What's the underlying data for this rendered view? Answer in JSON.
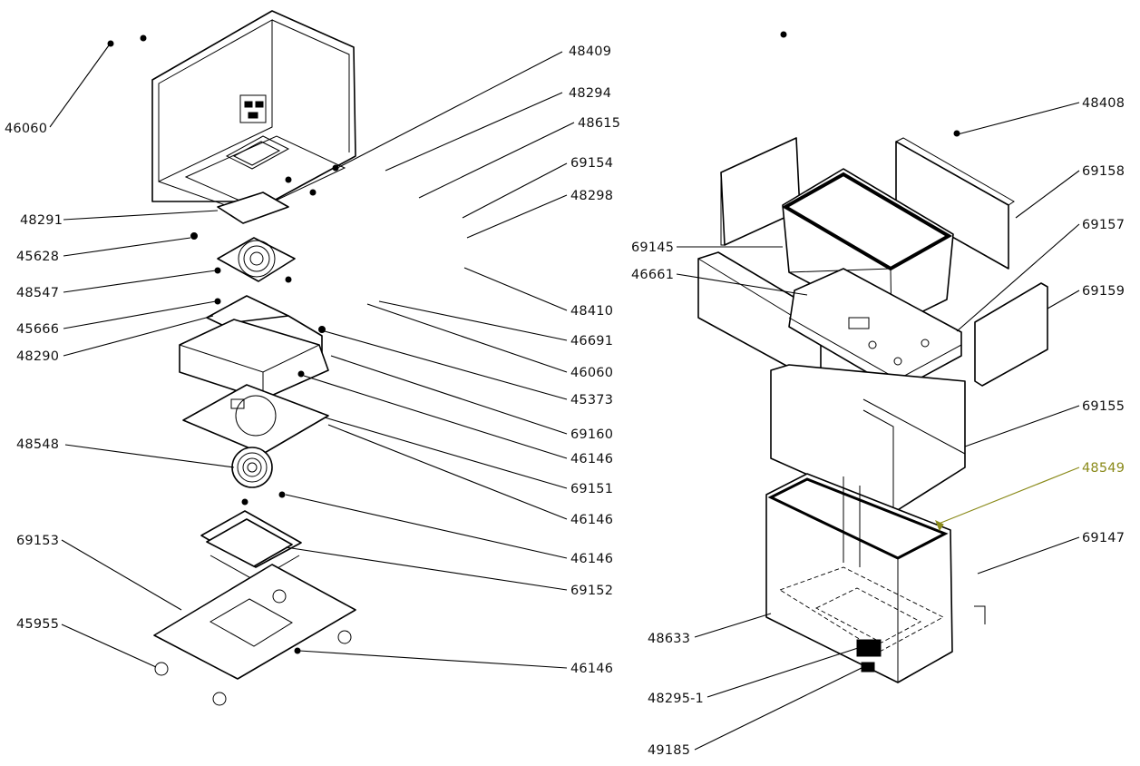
{
  "highlight_color": "#8a8a1a",
  "line_color": "#000000",
  "callouts": [
    {
      "id": "l-46060-a",
      "text": "46060"
    },
    {
      "id": "l-48409",
      "text": "48409"
    },
    {
      "id": "l-48294",
      "text": "48294"
    },
    {
      "id": "l-48615",
      "text": "48615"
    },
    {
      "id": "l-69154",
      "text": "69154"
    },
    {
      "id": "l-48298",
      "text": "48298"
    },
    {
      "id": "l-48291",
      "text": "48291"
    },
    {
      "id": "l-45628",
      "text": "45628"
    },
    {
      "id": "l-48547",
      "text": "48547"
    },
    {
      "id": "l-45666",
      "text": "45666"
    },
    {
      "id": "l-48290",
      "text": "48290"
    },
    {
      "id": "l-48410",
      "text": "48410"
    },
    {
      "id": "l-46691",
      "text": "46691"
    },
    {
      "id": "l-46060-b",
      "text": "46060"
    },
    {
      "id": "l-45373",
      "text": "45373"
    },
    {
      "id": "l-69160",
      "text": "69160"
    },
    {
      "id": "l-46146-a",
      "text": "46146"
    },
    {
      "id": "l-48548",
      "text": "48548"
    },
    {
      "id": "l-69151",
      "text": "69151"
    },
    {
      "id": "l-46146-b",
      "text": "46146"
    },
    {
      "id": "l-46146-c",
      "text": "46146"
    },
    {
      "id": "l-69153",
      "text": "69153"
    },
    {
      "id": "l-69152",
      "text": "69152"
    },
    {
      "id": "l-45955",
      "text": "45955"
    },
    {
      "id": "l-46146-d",
      "text": "46146"
    },
    {
      "id": "l-48408",
      "text": "48408"
    },
    {
      "id": "l-69158",
      "text": "69158"
    },
    {
      "id": "l-69145",
      "text": "69145"
    },
    {
      "id": "l-69157",
      "text": "69157"
    },
    {
      "id": "l-46661",
      "text": "46661"
    },
    {
      "id": "l-69159",
      "text": "69159"
    },
    {
      "id": "l-69155",
      "text": "69155"
    },
    {
      "id": "l-48549",
      "text": "48549",
      "highlight": true
    },
    {
      "id": "l-69147",
      "text": "69147"
    },
    {
      "id": "l-48633",
      "text": "48633"
    },
    {
      "id": "l-48295-1",
      "text": "48295-1"
    },
    {
      "id": "l-49185",
      "text": "49185"
    }
  ]
}
